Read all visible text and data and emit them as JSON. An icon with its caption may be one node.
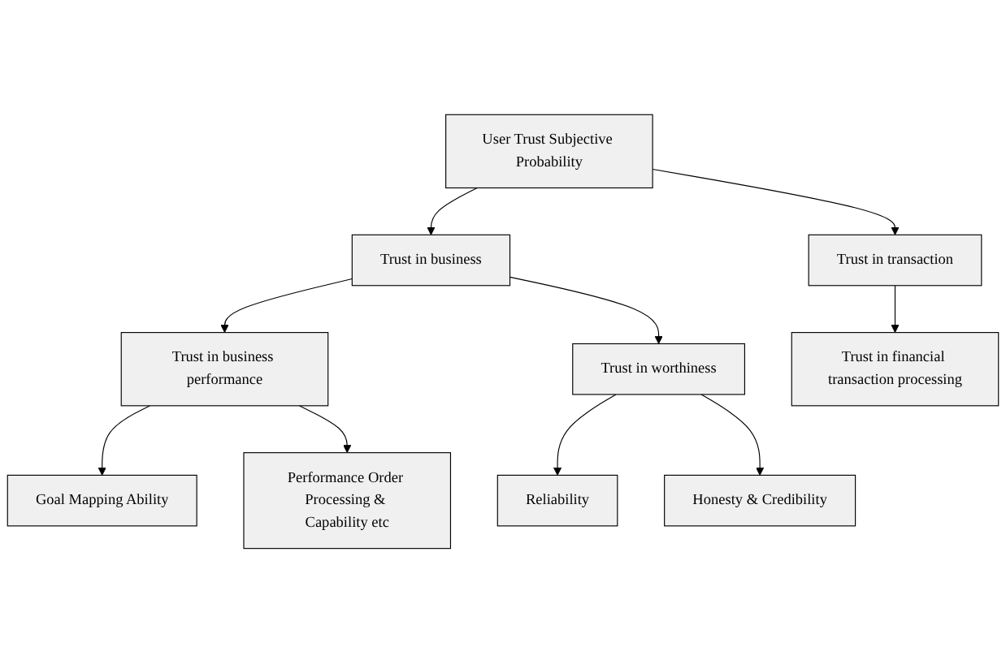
{
  "diagram": {
    "nodes": [
      {
        "text": [
          "User Trust Subjective Probability"
        ]
      },
      {
        "text": [
          "Trust in business"
        ]
      },
      {
        "text": [
          "Trust in transaction"
        ]
      },
      {
        "text": [
          "Trust in business performance"
        ]
      },
      {
        "text": [
          "Trust in worthiness"
        ]
      },
      {
        "text": [
          "Trust in financial transaction processing"
        ]
      },
      {
        "text": [
          "Goal Mapping Ability"
        ]
      },
      {
        "text": [
          "Performance Order Processing & Capability etc"
        ]
      },
      {
        "text": [
          "Reliability"
        ]
      },
      {
        "text": [
          "Honesty & Credibility"
        ]
      }
    ],
    "edges": [
      {
        "from": 0,
        "to": 1,
        "arrow": "to"
      },
      {
        "from": 0,
        "to": 2,
        "arrow": "to"
      },
      {
        "from": 1,
        "to": 3,
        "arrow": "to"
      },
      {
        "from": 1,
        "to": 4,
        "arrow": "to"
      },
      {
        "from": 2,
        "to": 5,
        "arrow": "to"
      },
      {
        "from": 3,
        "to": 6,
        "arrow": "to"
      },
      {
        "from": 3,
        "to": 7,
        "arrow": "to"
      },
      {
        "from": 4,
        "to": 8,
        "arrow": "to"
      },
      {
        "from": 4,
        "to": 9,
        "arrow": "to"
      }
    ]
  }
}
